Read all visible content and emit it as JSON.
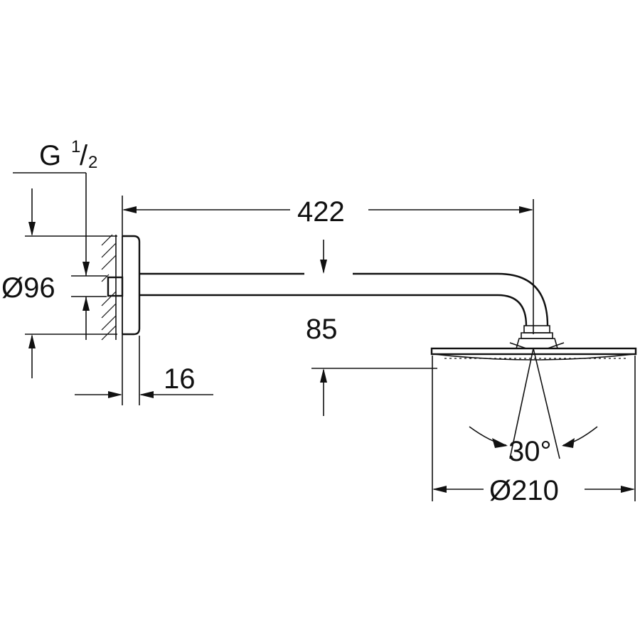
{
  "dimensions": {
    "thread": {
      "main": "G",
      "num": "1",
      "slash": "/",
      "den": "2"
    },
    "rosette_diameter": "Ø96",
    "arm_length": "422",
    "height": "85",
    "rosette_depth": "16",
    "spray_angle": "30°",
    "head_diameter": "Ø210"
  },
  "colors": {
    "line": "#111111",
    "background": "#ffffff"
  }
}
